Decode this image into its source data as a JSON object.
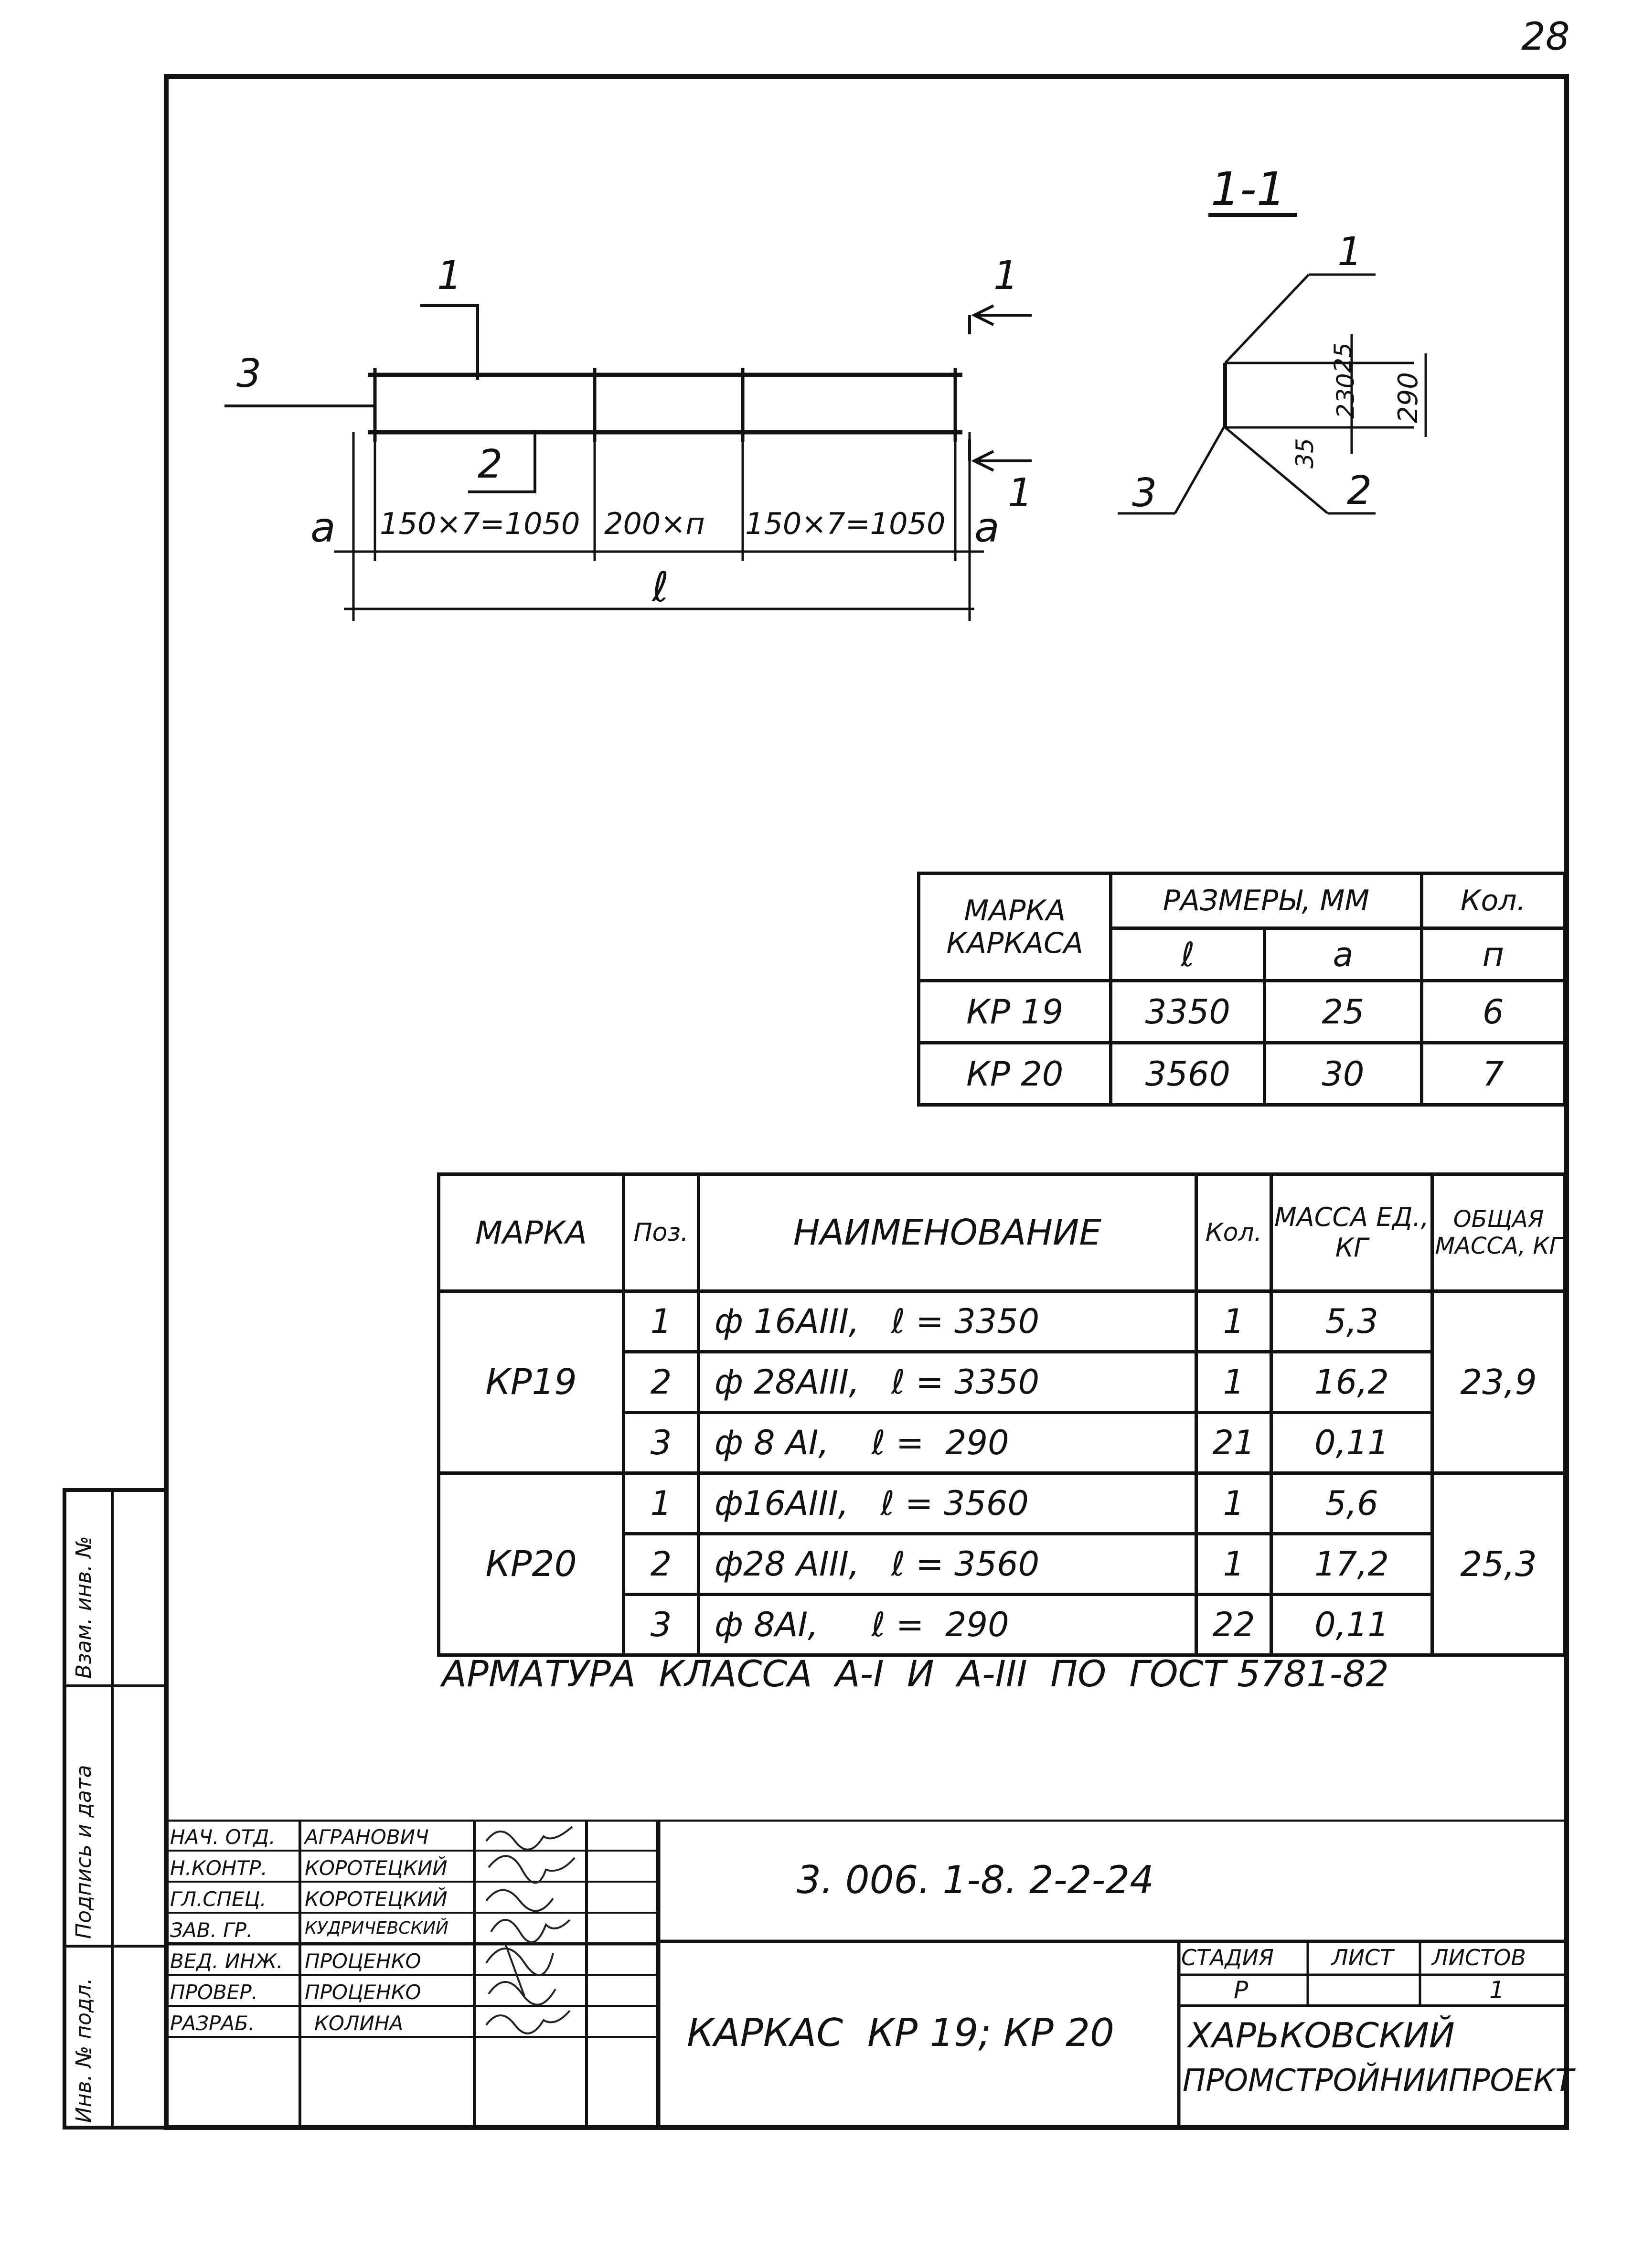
{
  "page_number": "28",
  "drawing": {
    "section_label": "1-1",
    "callouts": {
      "pos1": "1",
      "pos2": "2",
      "pos3": "3",
      "cut": "1"
    },
    "dims": {
      "a_left": "a",
      "seg1": "150×7=1050",
      "seg2": "200×п",
      "seg3": "150×7=1050",
      "a_right": "a",
      "total": "ℓ"
    },
    "section_dims": {
      "top": "25",
      "mid": "230",
      "bottom": "35",
      "total": "290",
      "pos1": "1",
      "pos2": "2",
      "pos3": "3"
    }
  },
  "sizes_table": {
    "h_mark": "МАРКА КАРКАСА",
    "h_sizes": "РАЗМЕРЫ, ММ",
    "h_count": "Кол.",
    "h_l": "ℓ",
    "h_a": "a",
    "h_n": "п",
    "rows": [
      {
        "mark": "КР 19",
        "l": "3350",
        "a": "25",
        "n": "6"
      },
      {
        "mark": "КР 20",
        "l": "3560",
        "a": "30",
        "n": "7"
      }
    ]
  },
  "spec_table": {
    "h_mark": "МАРКА",
    "h_pos": "Поз.",
    "h_name": "НАИМЕНОВАНИЕ",
    "h_qty": "Кол.",
    "h_unit_mass": "МАССА ЕД., КГ",
    "h_total_mass": "ОБЩАЯ МАССА, КГ",
    "groups": [
      {
        "mark": "КР19",
        "total": "23,9",
        "rows": [
          {
            "pos": "1",
            "name": "ф 16АIII,   ℓ = 3350",
            "qty": "1",
            "mass": "5,3"
          },
          {
            "pos": "2",
            "name": "ф 28АIII,   ℓ = 3350",
            "qty": "1",
            "mass": "16,2"
          },
          {
            "pos": "3",
            "name": "ф 8 АI,    ℓ =  290",
            "qty": "21",
            "mass": "0,11"
          }
        ]
      },
      {
        "mark": "КР20",
        "total": "25,3",
        "rows": [
          {
            "pos": "1",
            "name": "ф16АIII,   ℓ = 3560",
            "qty": "1",
            "mass": "5,6"
          },
          {
            "pos": "2",
            "name": "ф28 АIII,   ℓ = 3560",
            "qty": "1",
            "mass": "17,2"
          },
          {
            "pos": "3",
            "name": "ф 8АI,     ℓ =  290",
            "qty": "22",
            "mass": "0,11"
          }
        ]
      }
    ]
  },
  "note": "АРМАТУРА  КЛАССА  А-I  И  А-III  ПО  ГОСТ 5781-82",
  "side_stamp": {
    "inv_podl": "Инв. № подл.",
    "podpis": "Подпись и дата",
    "vzam": "Взам. инв. №"
  },
  "title_block": {
    "doc_code": "3. 006. 1-8. 2-2-24",
    "title": "КАРКАС  КР 19; КР 20",
    "org": [
      "ХАРЬКОВСКИЙ",
      "ПРОМСТРОЙНИИПРОЕКТ"
    ],
    "stage_h": "СТАДИЯ",
    "sheet_h": "ЛИСТ",
    "sheets_h": "ЛИСТОВ",
    "stage": "Р",
    "sheet": "",
    "sheets": "1",
    "roles": [
      {
        "role": "НАЧ. ОТД.",
        "name": "АГРАНОВИЧ"
      },
      {
        "role": "Н.КОНТР.",
        "name": "КОРОТЕЦКИЙ"
      },
      {
        "role": "ГЛ.СПЕЦ.",
        "name": "КОРОТЕЦКИЙ"
      },
      {
        "role": "ЗАВ. ГР.",
        "name": "КУДРИЧЕВСКИЙ"
      },
      {
        "role": "ВЕД. ИНЖ.",
        "name": "ПРОЦЕНКО"
      },
      {
        "role": "ПРОВЕР.",
        "name": "ПРОЦЕНКО"
      },
      {
        "role": "РАЗРАБ.",
        "name": "КОЛИНА"
      }
    ]
  }
}
